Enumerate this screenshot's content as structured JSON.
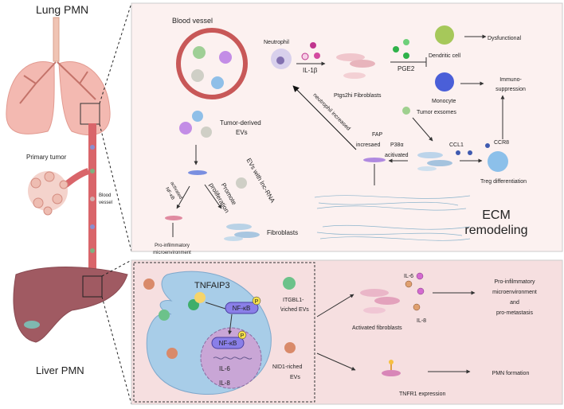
{
  "left": {
    "lung_title": "Lung PMN",
    "primary_tumor": "Primary tumor",
    "blood_vessel": [
      "Blood",
      "vessel"
    ],
    "liver_title": "Liver PMN"
  },
  "lung_panel": {
    "blood_vessel": "Blood vessel",
    "tumor_evs": [
      "Tumor-derived",
      "EVs"
    ],
    "nfkb_activated": [
      "NF-κB",
      "activated"
    ],
    "promote_proliferation": [
      "Promote",
      "proliferation"
    ],
    "evs_lnc": "EVs with lnc-RNA",
    "fibroblasts": "Fibroblasts",
    "pro_inflammatory": [
      "Pro-infilmmatory",
      "microenvironment"
    ],
    "neutrophil": "Neutrophil",
    "il1b": "IL-1β",
    "ptgs2": "Ptgs2hi Fibroblasts",
    "pge2": "PGE2",
    "dendritic": "Dendritic cell",
    "dysfunctional": "Dysfunctional",
    "monocyte": "Monocyte",
    "immuno": [
      "Immuno-",
      "suppression"
    ],
    "tumor_exosomes": "Tumor exsomes",
    "neutrophil_increased": "neutrophil increased",
    "fap": "FAP",
    "increased": "incresaed",
    "p38": "P38α",
    "activated": "acitivated",
    "ccl1": "CCL1",
    "ccr8": "CCR8",
    "treg": "Treg differentiation",
    "ecm": [
      "ECM",
      "remodeling"
    ]
  },
  "liver_panel": {
    "tnfaip3": "TNFAIP3",
    "nfkb": "NF-κB",
    "p": "P",
    "il6": "IL-6",
    "il8": "IL-8",
    "itgbl1": [
      "ITGBL1-",
      "\\riched EVs"
    ],
    "nid1": [
      "NID1-riched",
      "EVs"
    ],
    "activated_fibroblasts": "Activated fibroblasts",
    "outcome1": [
      "Pro-infilmmatory",
      "microenvironment",
      "and",
      "pro-metastasis"
    ],
    "tnfr1": "TNFR1 expression",
    "pmn_formation": "PMN formation"
  },
  "colors": {
    "top_panel_bg": "#fcf1f0",
    "bottom_panel_bg": "#f6dfe0",
    "vessel_red": "#d25a5a",
    "cell_blue": "#a8cbe8",
    "nfkb_purple": "#8a7fe8"
  }
}
